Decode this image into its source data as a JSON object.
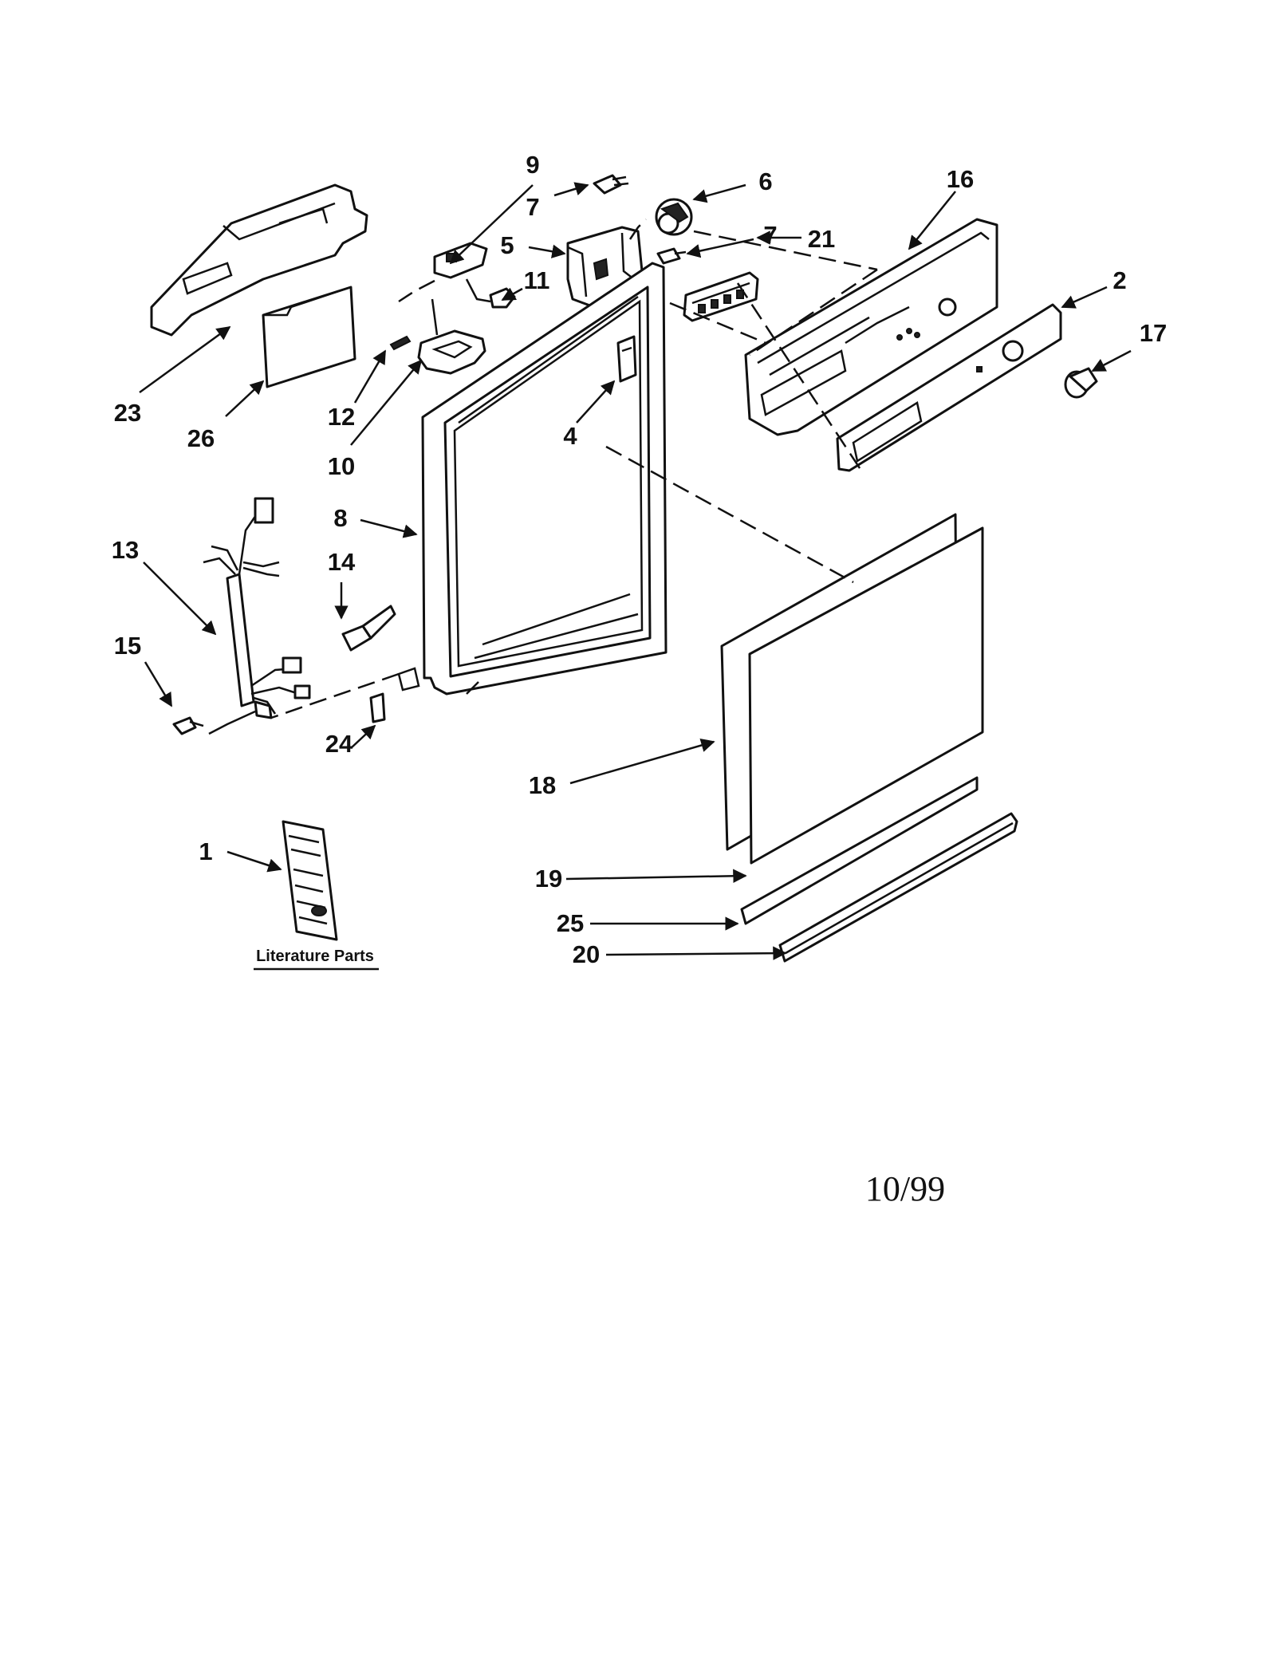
{
  "callouts": {
    "c1": "1",
    "c2": "2",
    "c4": "4",
    "c5": "5",
    "c6": "6",
    "c7a": "7",
    "c7b": "7",
    "c8": "8",
    "c9": "9",
    "c10": "10",
    "c11": "11",
    "c12": "12",
    "c13": "13",
    "c14": "14",
    "c15": "15",
    "c16": "16",
    "c17": "17",
    "c18": "18",
    "c19": "19",
    "c20": "20",
    "c21": "21",
    "c23": "23",
    "c24": "24",
    "c25": "25",
    "c26": "26"
  },
  "literature_label": "Literature Parts",
  "date_code": "10/99"
}
